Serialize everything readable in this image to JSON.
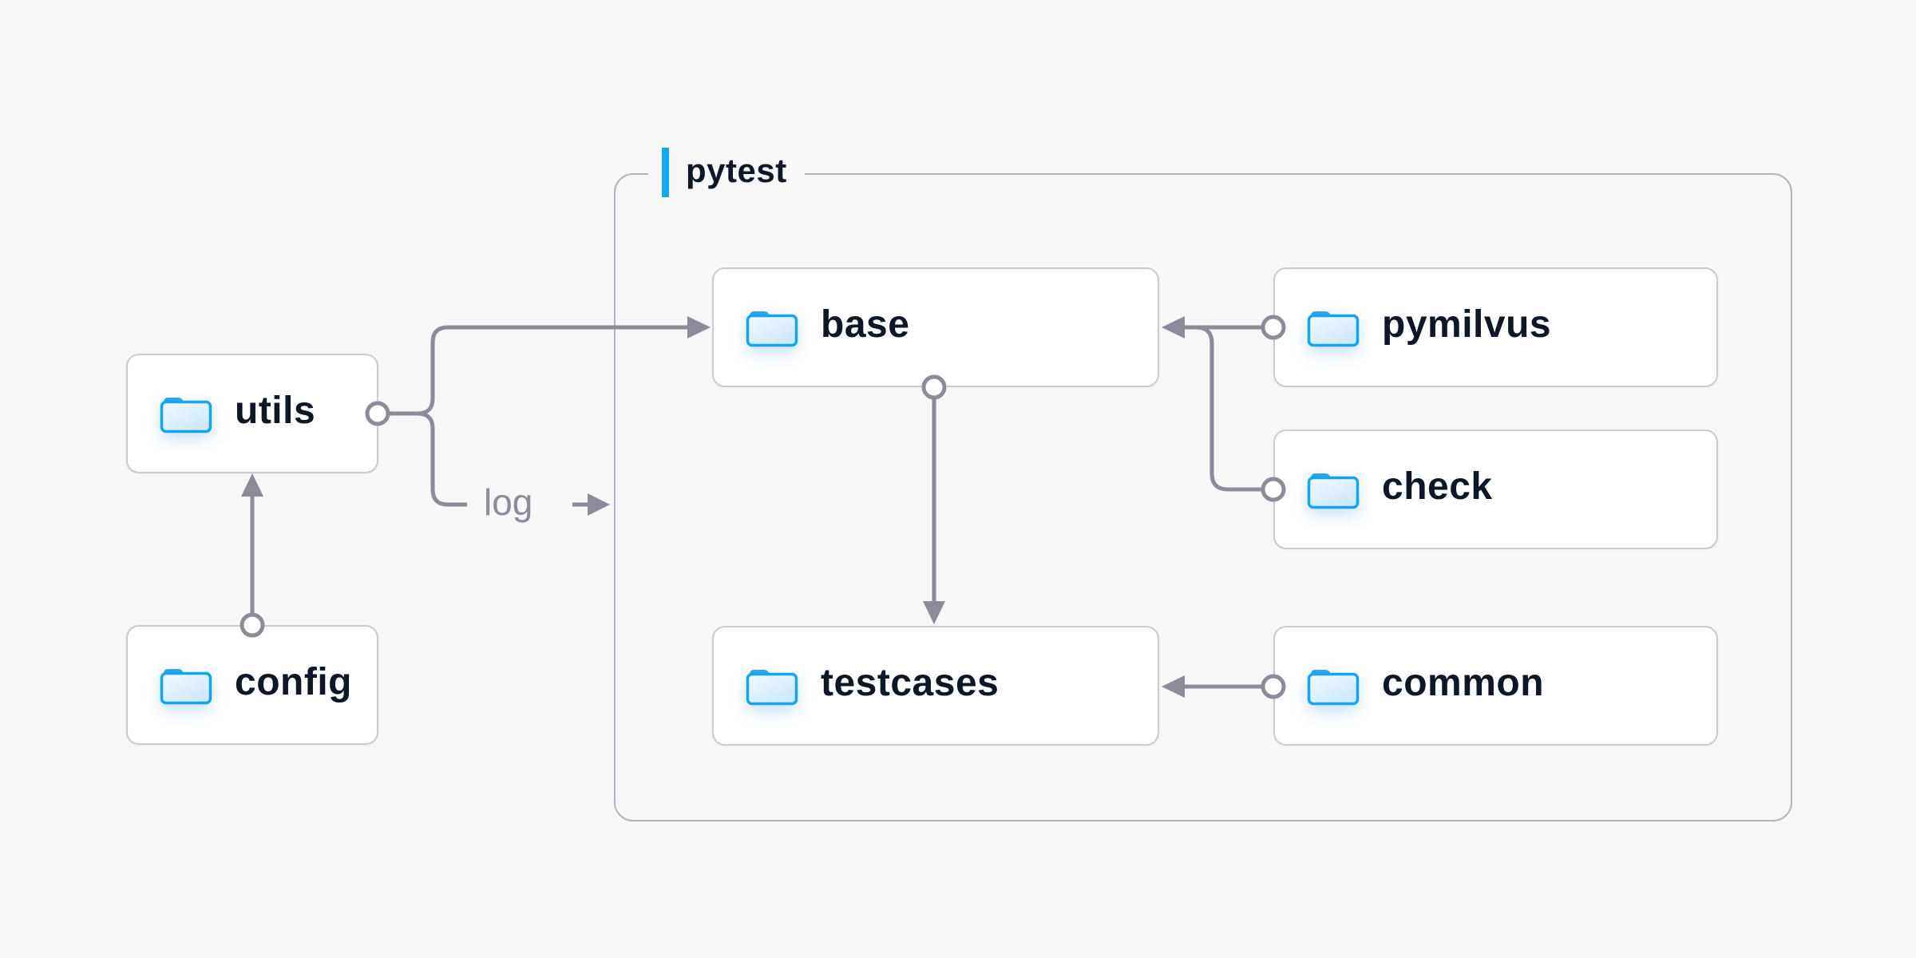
{
  "group": {
    "title": "pytest",
    "accent_color": "#12a9f2"
  },
  "nodes": {
    "utils": {
      "label": "utils"
    },
    "config": {
      "label": "config"
    },
    "base": {
      "label": "base"
    },
    "pymilvus": {
      "label": "pymilvus"
    },
    "check": {
      "label": "check"
    },
    "testcases": {
      "label": "testcases"
    },
    "common": {
      "label": "common"
    }
  },
  "edges": {
    "log_label": "log",
    "list": [
      {
        "from": "config",
        "to": "utils",
        "type": "arrow"
      },
      {
        "from": "utils",
        "to": "base",
        "type": "arrow"
      },
      {
        "from": "utils",
        "to": "pytest-group",
        "type": "arrow",
        "label": "log"
      },
      {
        "from": "pymilvus",
        "to": "base",
        "type": "arrow"
      },
      {
        "from": "check",
        "to": "base",
        "type": "arrow"
      },
      {
        "from": "base",
        "to": "testcases",
        "type": "arrow"
      },
      {
        "from": "common",
        "to": "testcases",
        "type": "arrow"
      }
    ]
  },
  "icons": {
    "folder": "folder-icon"
  },
  "colors": {
    "background": "#f7f7f8",
    "node_fill": "#ffffff",
    "node_border": "#cacad5",
    "node_text": "#0d1726",
    "group_border": "#b2b2c0",
    "connector": "#8b8b99",
    "folder_blue": "#14a5ef"
  }
}
